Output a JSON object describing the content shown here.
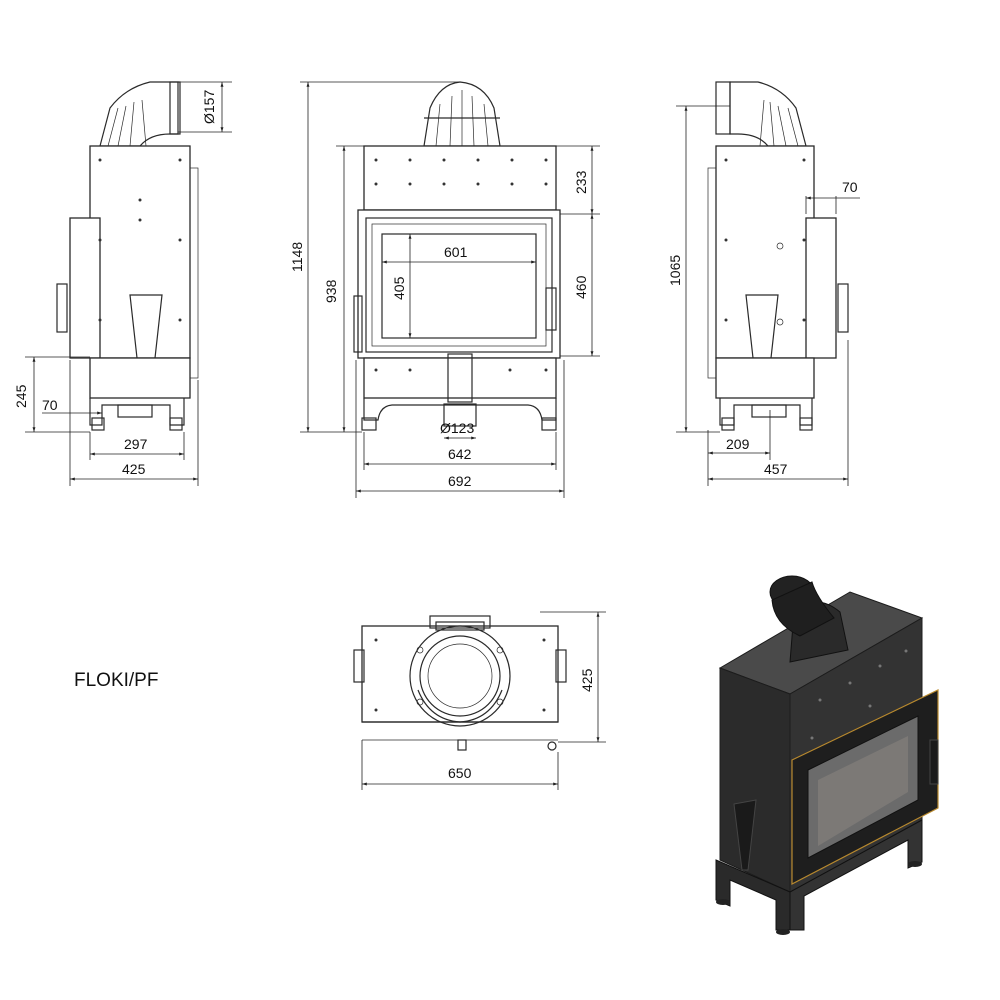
{
  "title": "FLOKI/PF",
  "dimensions": {
    "side_left": {
      "d_flue": "Ø157",
      "h_245": "245",
      "w_70": "70",
      "w_297": "297",
      "w_425": "425"
    },
    "front": {
      "h_1148": "1148",
      "h_938": "938",
      "h_233": "233",
      "h_460": "460",
      "w_601": "601",
      "h_405": "405",
      "d_inlet": "Ø123",
      "w_642": "642",
      "w_692": "692"
    },
    "side_right": {
      "h_1065": "1065",
      "w_70": "70",
      "w_209": "209",
      "w_457": "457"
    },
    "top": {
      "h_425": "425",
      "w_650": "650"
    }
  },
  "colors": {
    "line": "#2a2a2a",
    "render_dark": "#2b2b2b",
    "render_mid": "#4a4a4a",
    "glass": "#6b6b6b",
    "accent": "#b8892e"
  }
}
